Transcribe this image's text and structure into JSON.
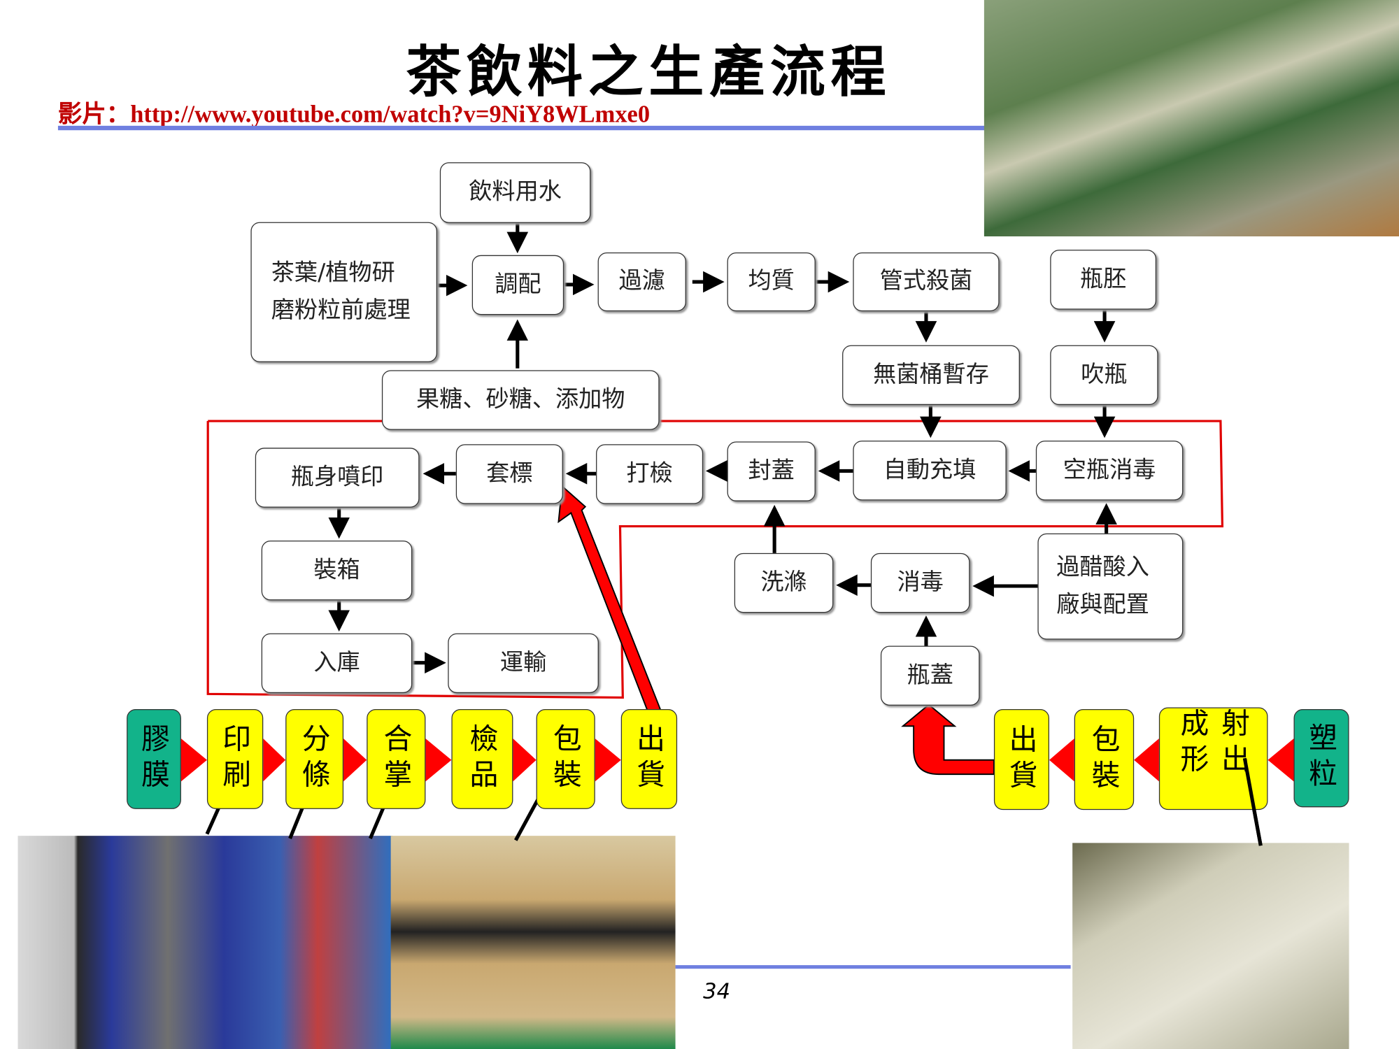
{
  "title": "茶飲料之生產流程",
  "video_link": "影片：http://www.youtube.com/watch?v=9NiY8WLmxe0",
  "flow": {
    "water": "飲料用水",
    "tea_prep": "茶葉/植物研磨粉粒前處理",
    "blend": "調配",
    "filter": "過濾",
    "homogenize": "均質",
    "sterilize": "管式殺菌",
    "preform": "瓶胚",
    "aseptic_tank": "無菌桶暫存",
    "blow": "吹瓶",
    "sugar": "果糖、砂糖、添加物",
    "print": "瓶身噴印",
    "sleeve": "套標",
    "inspect": "打檢",
    "cap_seal": "封蓋",
    "fill": "自動充填",
    "bottle_disinfect": "空瓶消毒",
    "boxing": "裝箱",
    "warehouse": "入庫",
    "transport": "運輸",
    "wash": "洗滌",
    "disinfect": "消毒",
    "peracetic": "過醋酸入廠與配置",
    "cap": "瓶蓋"
  },
  "label_chain": [
    "膠膜",
    "印刷",
    "分條",
    "合掌",
    "檢品",
    "包裝",
    "出貨"
  ],
  "cap_chain": [
    "出貨",
    "包裝",
    "射出成形",
    "塑粒"
  ],
  "page_number": "34",
  "colors": {
    "accent_red": "#e00000",
    "rule_blue": "#6f7fe0",
    "yellow": "#ffff00",
    "green": "#12b38a"
  }
}
